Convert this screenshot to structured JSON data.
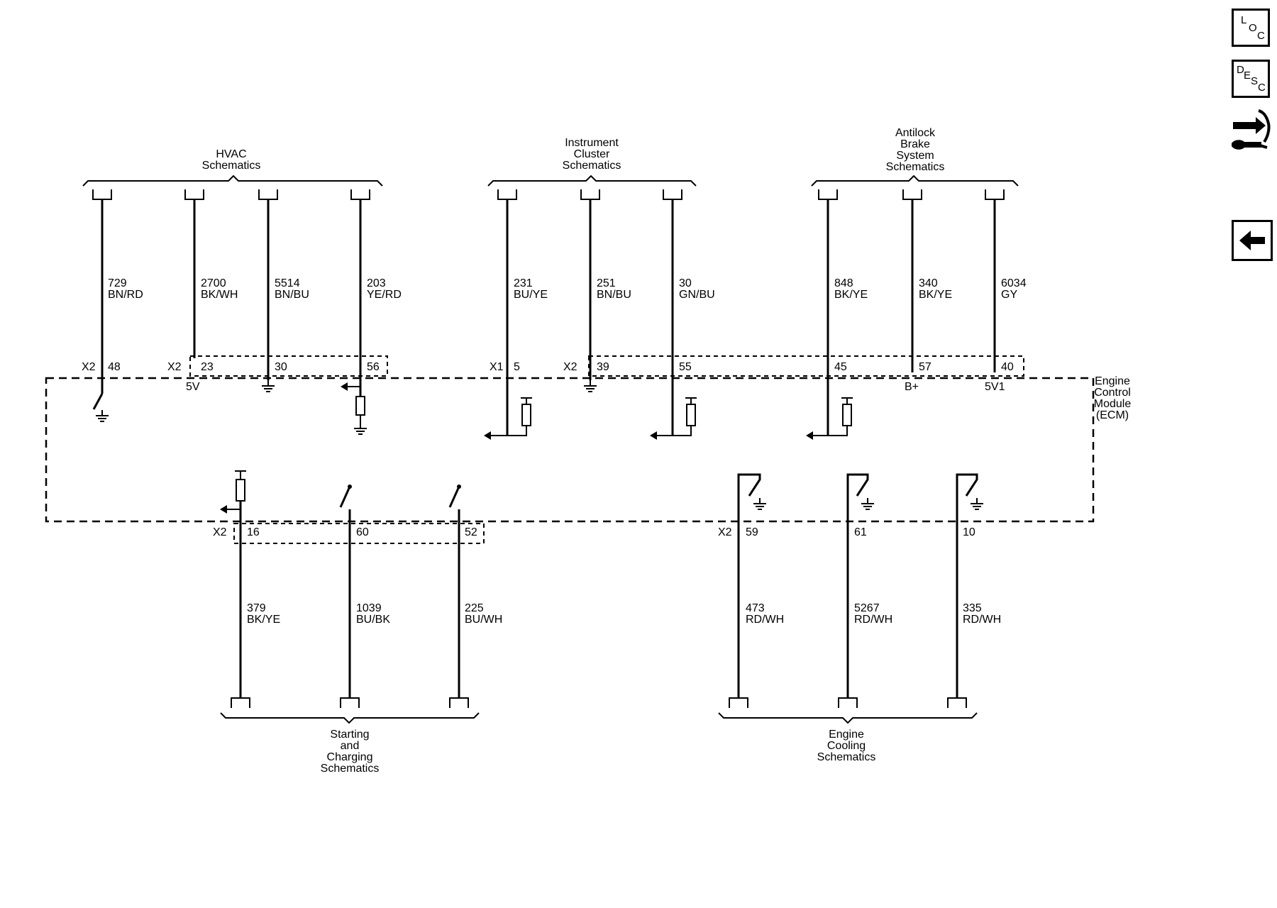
{
  "module": {
    "lines": [
      "Engine",
      "Control",
      "Module",
      "(ECM)"
    ]
  },
  "groups": {
    "hvac": [
      "HVAC",
      "Schematics"
    ],
    "ipc": [
      "Instrument",
      "Cluster",
      "Schematics"
    ],
    "abs": [
      "Antilock",
      "Brake",
      "System",
      "Schematics"
    ],
    "starting": [
      "Starting",
      "and",
      "Charging",
      "Schematics"
    ],
    "cooling": [
      "Engine",
      "Cooling",
      "Schematics"
    ]
  },
  "top_circuits": [
    {
      "circuit": "729",
      "color": "BN/RD",
      "connector": "X2",
      "pin": "48",
      "node": ""
    },
    {
      "circuit": "2700",
      "color": "BK/WH",
      "connector": "X2",
      "pin": "23",
      "node": "5V"
    },
    {
      "circuit": "5514",
      "color": "BN/BU",
      "connector": "",
      "pin": "30",
      "node": ""
    },
    {
      "circuit": "203",
      "color": "YE/RD",
      "connector": "",
      "pin": "56",
      "node": ""
    },
    {
      "circuit": "231",
      "color": "BU/YE",
      "connector": "X1",
      "pin": "5",
      "node": ""
    },
    {
      "circuit": "251",
      "color": "BN/BU",
      "connector": "X2",
      "pin": "39",
      "node": ""
    },
    {
      "circuit": "30",
      "color": "GN/BU",
      "connector": "",
      "pin": "55",
      "node": ""
    },
    {
      "circuit": "848",
      "color": "BK/YE",
      "connector": "",
      "pin": "45",
      "node": ""
    },
    {
      "circuit": "340",
      "color": "BK/YE",
      "connector": "",
      "pin": "57",
      "node": "B+"
    },
    {
      "circuit": "6034",
      "color": "GY",
      "connector": "",
      "pin": "40",
      "node": "5V1"
    }
  ],
  "bottom_circuits": [
    {
      "circuit": "379",
      "color": "BK/YE",
      "connector": "X2",
      "pin": "16"
    },
    {
      "circuit": "1039",
      "color": "BU/BK",
      "connector": "",
      "pin": "60"
    },
    {
      "circuit": "225",
      "color": "BU/WH",
      "connector": "",
      "pin": "52"
    },
    {
      "circuit": "473",
      "color": "RD/WH",
      "connector": "X2",
      "pin": "59"
    },
    {
      "circuit": "5267",
      "color": "RD/WH",
      "connector": "",
      "pin": "61"
    },
    {
      "circuit": "335",
      "color": "RD/WH",
      "connector": "",
      "pin": "10"
    }
  ],
  "sidebar": {
    "loc": {
      "l1": "L",
      "l2": "O",
      "l3": "C"
    },
    "desc": {
      "l1": "D",
      "l2": "E",
      "l3": "S",
      "l4": "C"
    },
    "icons": {
      "tools": "connector-tools-icon",
      "back": "back-arrow-icon"
    }
  }
}
